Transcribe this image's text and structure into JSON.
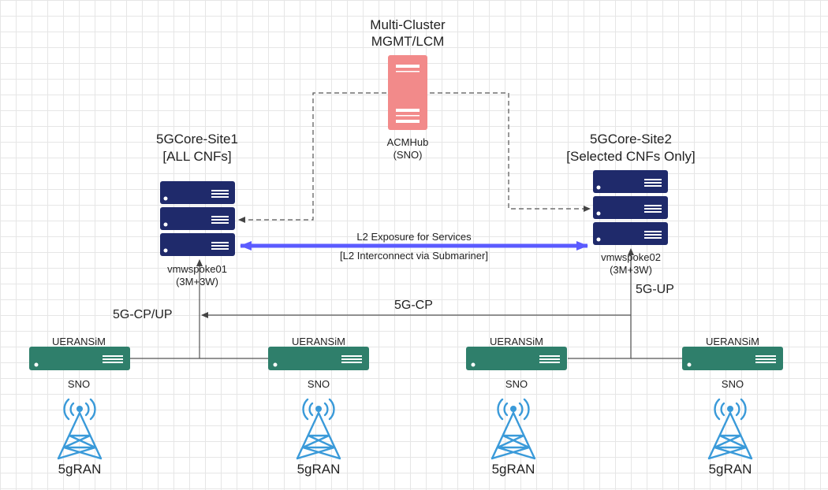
{
  "hub": {
    "title_line1": "Multi-Cluster",
    "title_line2": "MGMT/LCM",
    "name": "ACMHub",
    "type": "(SNO)"
  },
  "site1": {
    "title": "5GCore-Site1",
    "subtitle": "[ALL CNFs]",
    "node_name": "vmwspoke01",
    "node_size": "(3M+3W)"
  },
  "site2": {
    "title": "5GCore-Site2",
    "subtitle": "[Selected CNFs Only]",
    "node_name": "vmwspoke02",
    "node_size": "(3M+3W)"
  },
  "link": {
    "label_top": "L2 Exposure for Services",
    "label_bottom": "[L2 Interconnect via Submariner]"
  },
  "flows": {
    "cp_up": "5G-CP/UP",
    "cp": "5G-CP",
    "up": "5G-UP"
  },
  "sims": [
    {
      "label": "UERANSiM",
      "type": "SNO",
      "ran": "5gRAN"
    },
    {
      "label": "UERANSiM",
      "type": "SNO",
      "ran": "5gRAN"
    },
    {
      "label": "UERANSiM",
      "type": "SNO",
      "ran": "5gRAN"
    },
    {
      "label": "UERANSiM",
      "type": "SNO",
      "ran": "5gRAN"
    }
  ],
  "colors": {
    "hub": "#f28a8a",
    "server": "#1f2a6b",
    "sim": "#2f7f6b",
    "interconnect": "#5b5bff",
    "tower": "#3a9ad9"
  }
}
